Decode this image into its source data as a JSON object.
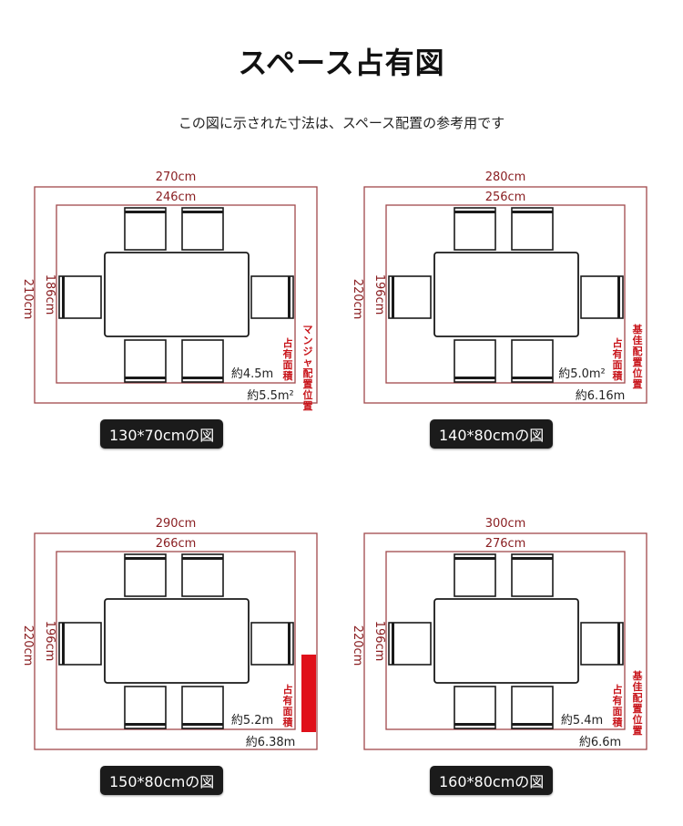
{
  "page": {
    "title": "スペース占有図",
    "subtitle": "この図に示された寸法は、スペース配置の参考用です"
  },
  "colors": {
    "dimension_line": "#a0494c",
    "dimension_text": "#8a1f22",
    "label_red": "#c8151b",
    "highlight": "#e0101a",
    "furniture": "#1a1a1a",
    "caption_bg": "#1b1b1b"
  },
  "diagrams": [
    {
      "caption": "130*70cmの図",
      "outer_width": "270cm",
      "outer_height": "210cm",
      "inner_width": "246cm",
      "inner_height": "186cm",
      "inner_area": "約4.5m",
      "outer_area": "約5.5m²",
      "inner_area_label": "占有面積",
      "outer_area_label": "マンジャ配置位置",
      "highlighted": false
    },
    {
      "caption": "140*80cmの図",
      "outer_width": "280cm",
      "outer_height": "220cm",
      "inner_width": "256cm",
      "inner_height": "196cm",
      "inner_area": "約5.0m²",
      "outer_area": "約6.16m",
      "inner_area_label": "占有面積",
      "outer_area_label": "基佳配置位置",
      "highlighted": false
    },
    {
      "caption": "150*80cmの図",
      "outer_width": "290cm",
      "outer_height": "220cm",
      "inner_width": "266cm",
      "inner_height": "196cm",
      "inner_area": "約5.2m",
      "outer_area": "約6.38m",
      "inner_area_label": "占有面積",
      "outer_area_label": "",
      "highlighted": true
    },
    {
      "caption": "160*80cmの図",
      "outer_width": "300cm",
      "outer_height": "220cm",
      "inner_width": "276cm",
      "inner_height": "196cm",
      "inner_area": "約5.4m",
      "outer_area": "約6.6m",
      "inner_area_label": "占有面積",
      "outer_area_label": "基佳配置位置",
      "highlighted": false
    }
  ]
}
